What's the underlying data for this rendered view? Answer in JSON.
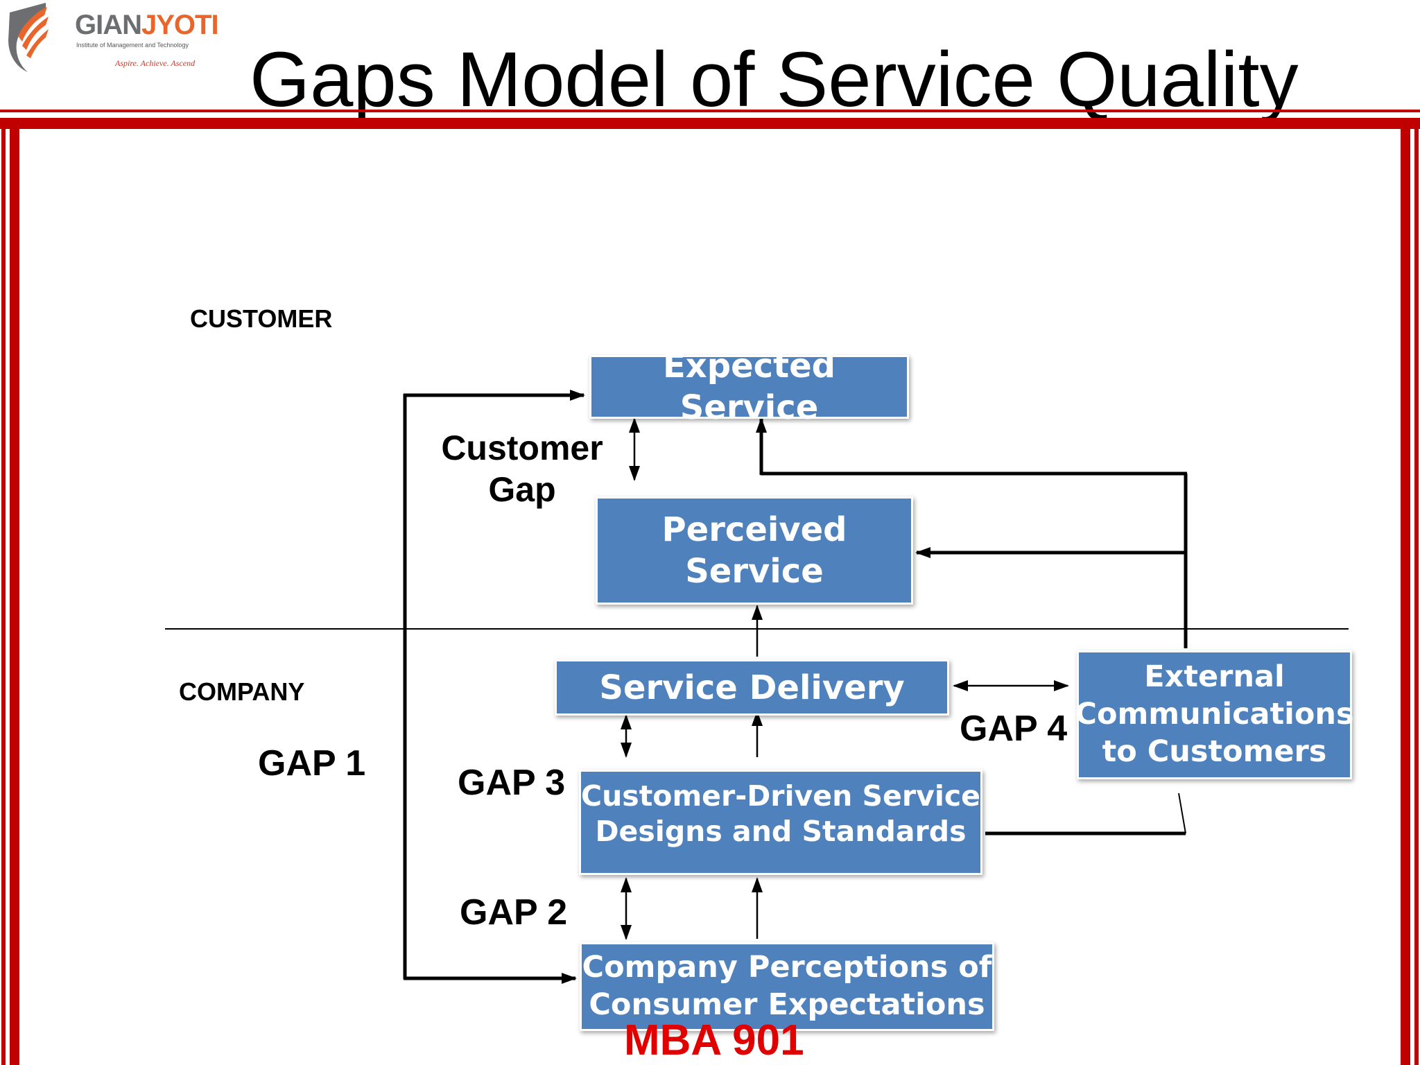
{
  "slide": {
    "title": "Gaps Model of Service Quality",
    "footer": "MBA 901"
  },
  "logo": {
    "word_left": "GIAN",
    "word_right": "JYOTI",
    "subtitle": "Institute of Management and Technology",
    "tagline": "Aspire. Achieve. Ascend"
  },
  "diagram": {
    "zones": {
      "customer": "CUSTOMER",
      "company": "COMPANY"
    },
    "boxes": {
      "expected_service": "Expected Service",
      "perceived_service": "Perceived\nService",
      "service_delivery": "Service Delivery",
      "external_communications": "External\nCommunications\nto Customers",
      "designs_standards": "Customer-Driven Service\nDesigns and Standards",
      "company_perceptions": "Company Perceptions of\nConsumer Expectations"
    },
    "gaps": {
      "customer_gap": "Customer\nGap",
      "gap1": "GAP 1",
      "gap2": "GAP 2",
      "gap3": "GAP 3",
      "gap4": "GAP 4"
    }
  },
  "colors": {
    "box_fill": "#4f81bd",
    "frame_red": "#c00000",
    "footer_red": "#e00000",
    "logo_grey": "#6d6e71",
    "logo_orange": "#e8662b"
  }
}
